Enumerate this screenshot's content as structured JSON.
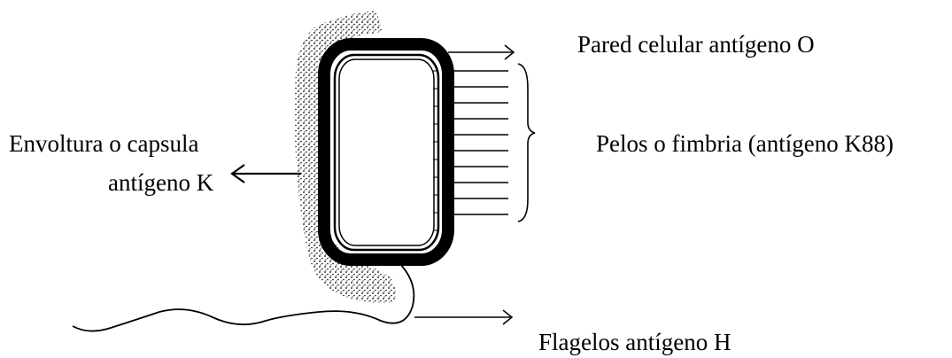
{
  "labels": {
    "cell_wall": "Pared celular antígeno O",
    "pili": "Pelos o fimbria (antígeno K88)",
    "capsule_line1": "Envoltura o capsula",
    "capsule_line2": "antígeno K",
    "flagella": "Flagelos antígeno H"
  },
  "colors": {
    "ink": "#000000",
    "background": "#ffffff"
  }
}
